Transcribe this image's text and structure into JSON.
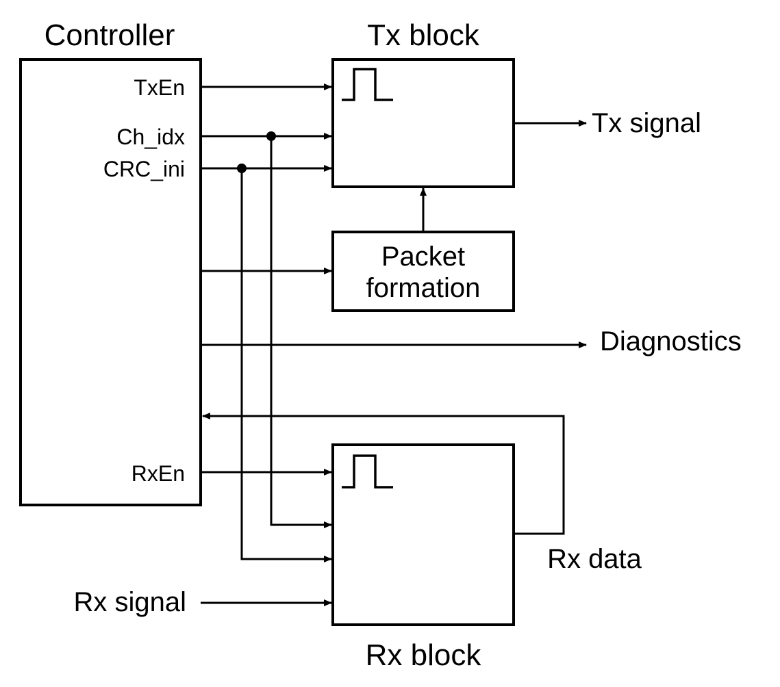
{
  "blocks": {
    "controller": "Controller",
    "tx_block": "Tx block",
    "rx_block": "Rx block",
    "packet_formation": [
      "Packet",
      "formation"
    ]
  },
  "signals": {
    "txen": "TxEn",
    "ch_idx": "Ch_idx",
    "crc_ini": "CRC_ini",
    "rxen": "RxEn",
    "tx_signal": "Tx signal",
    "diagnostics": "Diagnostics",
    "rx_data": "Rx data",
    "rx_signal": "Rx signal"
  }
}
